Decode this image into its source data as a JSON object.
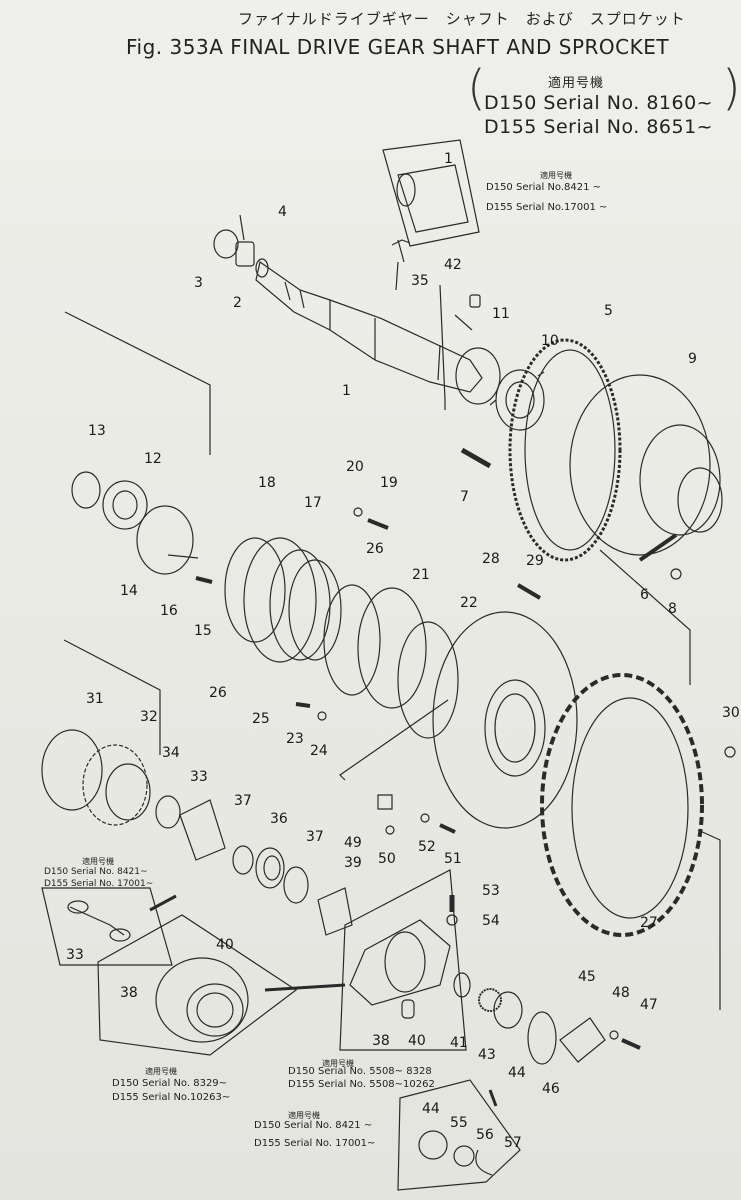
{
  "header": {
    "japanese_title": "ファイナルドライブギヤー　シャフト　および　スプロケット",
    "fig_title": "Fig. 353A  FINAL DRIVE GEAR SHAFT AND SPROCKET",
    "applicable_jp": "適用号機",
    "serial_1": "D150 Serial No. 8160~",
    "serial_2": "D155 Serial No. 8651~"
  },
  "insets": {
    "shaft": {
      "jp": "適用号機",
      "line1": "D150 Serial  No.8421 ~",
      "line2": "D155 Serial  No.17001 ~"
    },
    "sleeve": {
      "jp": "適用号機",
      "line1": "D150  Serial  No. 8421~",
      "line2": "D155  Serial  No. 17001~"
    },
    "hub": {
      "jp": "適用号機",
      "line1": "D150 Serial  No. 8329~",
      "line2": "D155 Serial  No.10263~"
    },
    "housing": {
      "jp": "適用号機",
      "line1": "D150 Serial  No. 5508~ 8328",
      "line2": "D155 Serial  No. 5508~10262"
    },
    "gearset": {
      "jp": "適用号機",
      "line1": "D150 Serial  No. 8421 ~",
      "line2": "D155 Serial  No. 17001~"
    }
  },
  "part_labels": [
    {
      "id": "p1a",
      "text": "1"
    },
    {
      "id": "p4",
      "text": "4"
    },
    {
      "id": "p3",
      "text": "3"
    },
    {
      "id": "p2",
      "text": "2"
    },
    {
      "id": "p42",
      "text": "42"
    },
    {
      "id": "p35",
      "text": "35"
    },
    {
      "id": "p11",
      "text": "11"
    },
    {
      "id": "p5",
      "text": "5"
    },
    {
      "id": "p10",
      "text": "10"
    },
    {
      "id": "p9",
      "text": "9"
    },
    {
      "id": "p1b",
      "text": "1"
    },
    {
      "id": "p13",
      "text": "13"
    },
    {
      "id": "p12",
      "text": "12"
    },
    {
      "id": "p7",
      "text": "7"
    },
    {
      "id": "p20",
      "text": "20"
    },
    {
      "id": "p19",
      "text": "19"
    },
    {
      "id": "p18",
      "text": "18"
    },
    {
      "id": "p17",
      "text": "17"
    },
    {
      "id": "p26a",
      "text": "26"
    },
    {
      "id": "p21",
      "text": "21"
    },
    {
      "id": "p28",
      "text": "28"
    },
    {
      "id": "p29",
      "text": "29"
    },
    {
      "id": "p14",
      "text": "14"
    },
    {
      "id": "p16",
      "text": "16"
    },
    {
      "id": "p15",
      "text": "15"
    },
    {
      "id": "p22",
      "text": "22"
    },
    {
      "id": "p6",
      "text": "6"
    },
    {
      "id": "p8",
      "text": "8"
    },
    {
      "id": "p26b",
      "text": "26"
    },
    {
      "id": "p25",
      "text": "25"
    },
    {
      "id": "p23",
      "text": "23"
    },
    {
      "id": "p24",
      "text": "24"
    },
    {
      "id": "p31",
      "text": "31"
    },
    {
      "id": "p32",
      "text": "32"
    },
    {
      "id": "p30",
      "text": "30"
    },
    {
      "id": "p34",
      "text": "34"
    },
    {
      "id": "p33a",
      "text": "33"
    },
    {
      "id": "p37a",
      "text": "37"
    },
    {
      "id": "p36",
      "text": "36"
    },
    {
      "id": "p49",
      "text": "49"
    },
    {
      "id": "p52",
      "text": "52"
    },
    {
      "id": "p50",
      "text": "50"
    },
    {
      "id": "p51",
      "text": "51"
    },
    {
      "id": "p37b",
      "text": "37"
    },
    {
      "id": "p39",
      "text": "39"
    },
    {
      "id": "p53",
      "text": "53"
    },
    {
      "id": "p54",
      "text": "54"
    },
    {
      "id": "p27",
      "text": "27"
    },
    {
      "id": "p33b",
      "text": "33"
    },
    {
      "id": "p40a",
      "text": "40"
    },
    {
      "id": "p38a",
      "text": "38"
    },
    {
      "id": "p45",
      "text": "45"
    },
    {
      "id": "p48",
      "text": "48"
    },
    {
      "id": "p47",
      "text": "47"
    },
    {
      "id": "p41",
      "text": "41"
    },
    {
      "id": "p43",
      "text": "43"
    },
    {
      "id": "p44a",
      "text": "44"
    },
    {
      "id": "p46",
      "text": "46"
    },
    {
      "id": "p38b",
      "text": "38"
    },
    {
      "id": "p40b",
      "text": "40"
    },
    {
      "id": "p44b",
      "text": "44"
    },
    {
      "id": "p55",
      "text": "55"
    },
    {
      "id": "p56",
      "text": "56"
    },
    {
      "id": "p57",
      "text": "57"
    }
  ]
}
